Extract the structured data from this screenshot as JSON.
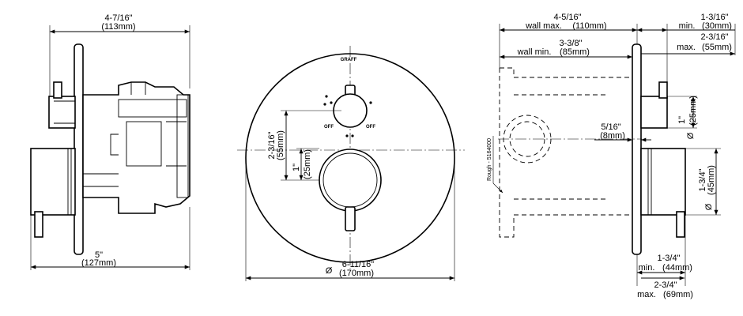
{
  "side_view": {
    "overall_width": {
      "in": "4-7/16\"",
      "mm": "(113mm)"
    },
    "base_width": {
      "in": "5\"",
      "mm": "(127mm)"
    }
  },
  "front_view": {
    "diameter": {
      "symbol": "Ø",
      "in": "6-11/16\"",
      "mm": "(170mm)"
    },
    "spacing": {
      "in": "2-3/16\"",
      "mm": "(55mm)"
    },
    "handle_offset": {
      "in": "1\"",
      "mm": "(25mm)"
    },
    "logo_text": "GRAFF",
    "off_left": "OFF",
    "off_right": "OFF"
  },
  "rough_view": {
    "wall_max": {
      "label": "wall max.",
      "in": "4-5/16\"",
      "mm": "(110mm)"
    },
    "wall_min": {
      "label": "wall min.",
      "in": "3-3/8\"",
      "mm": "(85mm)"
    },
    "top_min": {
      "in": "1-3/16\"",
      "label": "min.",
      "mm": "(30mm)"
    },
    "top_max": {
      "in": "2-3/16\"",
      "label": "max.",
      "mm": "(55mm)"
    },
    "offset": {
      "in": "5/16\"",
      "mm": "(8mm)"
    },
    "small_dia": {
      "symbol": "Ø",
      "in": "1\"",
      "mm": "(25mm)"
    },
    "large_dia": {
      "symbol": "Ø",
      "in": "1-3/4\"",
      "mm": "(45mm)"
    },
    "bottom_min": {
      "in": "1-3/4\"",
      "label": "min.",
      "mm": "(44mm)"
    },
    "bottom_max": {
      "in": "2-3/4\"",
      "label": "max.",
      "mm": "(69mm)"
    },
    "rough_label": "Rough - 5164000"
  }
}
